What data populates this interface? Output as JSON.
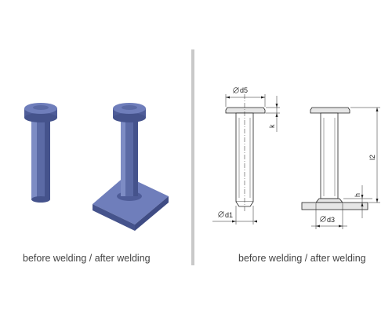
{
  "left_panel": {
    "caption": "before welding / after welding",
    "stud_color": "#5b6aa5",
    "stud_shadow": "#3f4c84",
    "stud_highlight": "#7d8cc4"
  },
  "right_panel": {
    "caption": "before welding / after welding",
    "labels": {
      "d5": "d5",
      "k": "k",
      "d1": "d1",
      "l2": "l2",
      "h": "h",
      "d3": "d3"
    },
    "line_color": "#222222",
    "fill_color": "#e6e6e6"
  },
  "divider_color": "#c9c9c9"
}
